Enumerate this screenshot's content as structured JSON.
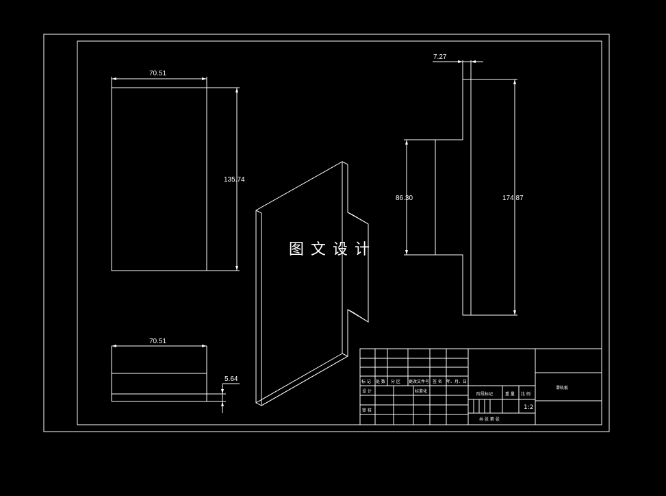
{
  "drawing": {
    "watermark": "图文设计",
    "dimensions": {
      "top_view_width": "70.51",
      "top_view_height": "135.74",
      "front_view_width": "70.51",
      "front_view_thickness": "5.64",
      "side_view_offset": "7.27",
      "side_view_inner_height": "86.30",
      "side_view_outer_height": "174.87"
    },
    "title_block": {
      "row_labels": [
        "标 记",
        "处 数",
        "分 区",
        "更改文件号",
        "签 名",
        "年、月、日"
      ],
      "designer_label": "设 计",
      "standard_label": "标准化",
      "review_label": "审 核",
      "stage_label": "阶段标记",
      "weight_label": "重 量",
      "scale_label": "比 例",
      "scale_value": "1:2",
      "sheets_label": "共  张    第  张",
      "part_name": "滑轨板"
    }
  }
}
